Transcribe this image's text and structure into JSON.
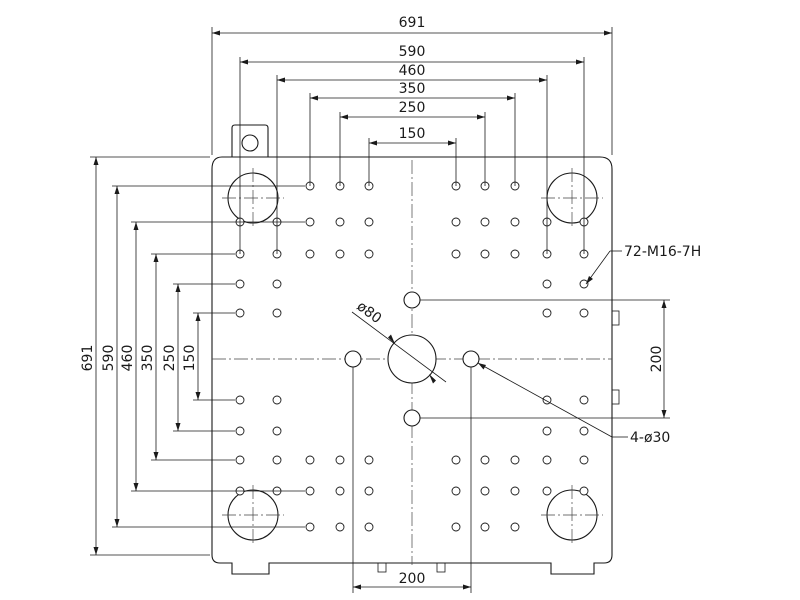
{
  "dimensions": {
    "top_691": "691",
    "top_590": "590",
    "top_460": "460",
    "top_350": "350",
    "top_250": "250",
    "top_150": "150",
    "left_691": "691",
    "left_590": "590",
    "left_460": "460",
    "left_350": "350",
    "left_250": "250",
    "left_150": "150",
    "right_200": "200",
    "bottom_200": "200"
  },
  "callouts": {
    "tapped_holes": "72-M16-7H",
    "through_holes": "4-ø30",
    "center_bore": "ø80"
  }
}
